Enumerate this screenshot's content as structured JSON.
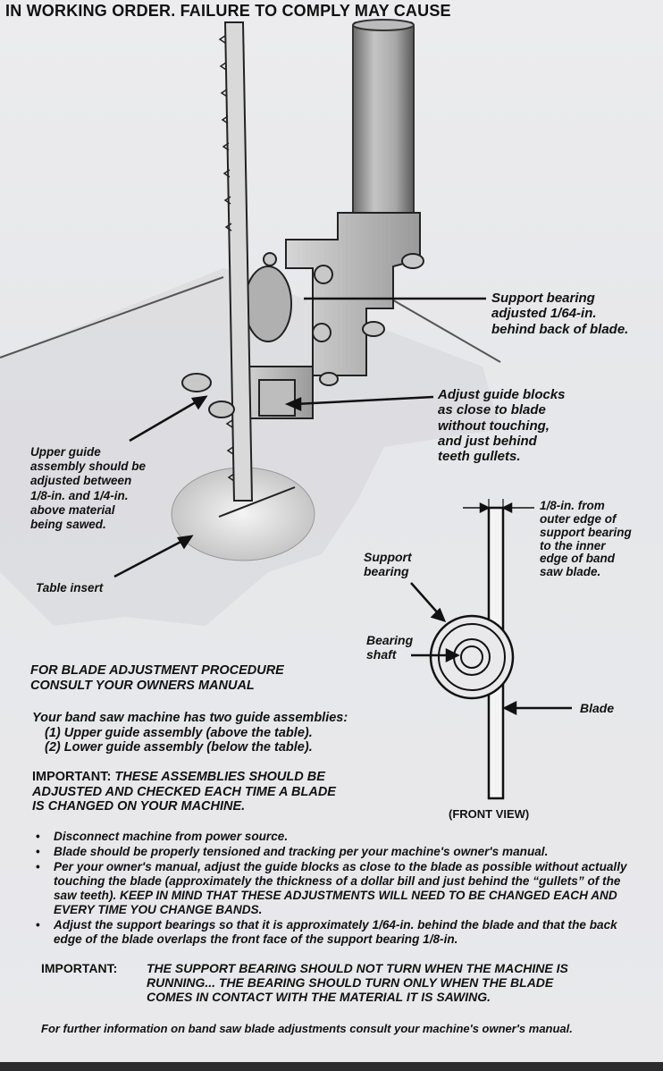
{
  "header": {
    "partial_text": "IN WORKING ORDER. FAILURE TO COMPLY MAY CAUSE"
  },
  "callouts": {
    "support_bearing_adjust": [
      "Support bearing",
      "adjusted 1/64-in.",
      "behind back of blade."
    ],
    "guide_blocks": [
      "Adjust guide blocks",
      "as close to blade",
      "without touching,",
      "and just behind",
      "teeth gullets."
    ],
    "upper_guide": [
      "Upper guide",
      "assembly should be",
      "adjusted between",
      "1/8-in. and 1/4-in.",
      "above material",
      "being sawed."
    ],
    "table_insert": "Table insert",
    "support_bearing": [
      "Support",
      "bearing"
    ],
    "bearing_shaft": [
      "Bearing",
      "shaft"
    ],
    "eighth_inch": [
      "1/8-in. from",
      "outer edge of",
      "support bearing",
      "to the inner",
      "edge of band",
      "saw blade."
    ],
    "blade": "Blade",
    "front_view": "(FRONT VIEW)"
  },
  "procedure": [
    "FOR BLADE ADJUSTMENT PROCEDURE",
    "CONSULT YOUR OWNERS MANUAL"
  ],
  "intro": {
    "lead": "Your band saw machine has two guide assemblies:",
    "item1": "(1) Upper guide assembly (above the table).",
    "item2": "(2) Lower guide assembly (below the table)."
  },
  "important1": {
    "label": "IMPORTANT:",
    "line1": " THESE ASSEMBLIES SHOULD BE",
    "line2": "ADJUSTED AND CHECKED EACH TIME A BLADE",
    "line3": "IS CHANGED ON YOUR MACHINE."
  },
  "bullets": [
    "Disconnect machine from power source.",
    "Blade should be properly tensioned and tracking per your machine's owner's manual.",
    "Per your owner's manual, adjust the guide blocks as close to the blade as possible without actually touching the blade (approximately the thickness of a dollar bill and just behind the “gullets” of the saw teeth). KEEP IN MIND THAT THESE ADJUSTMENTS WILL NEED TO BE CHANGED EACH AND EVERY TIME YOU CHANGE BANDS.",
    "Adjust the support bearings so that it is approximately 1/64-in. behind the blade and that the back edge of the blade overlaps the front face of the support bearing 1/8-in."
  ],
  "important2": {
    "label": "IMPORTANT:",
    "line1": "THE SUPPORT BEARING SHOULD NOT TURN WHEN THE MACHINE IS",
    "line2": "RUNNING... THE BEARING SHOULD TURN ONLY WHEN THE BLADE",
    "line3": "COMES IN CONTACT WITH THE MATERIAL IT IS SAWING."
  },
  "footer": "For further information on band saw blade adjustments consult your machine's owner's manual.",
  "colors": {
    "ink": "#111111",
    "paper": "#eaeaed",
    "metal": "#c9c9c9",
    "shadow": "#8a8a8a"
  }
}
